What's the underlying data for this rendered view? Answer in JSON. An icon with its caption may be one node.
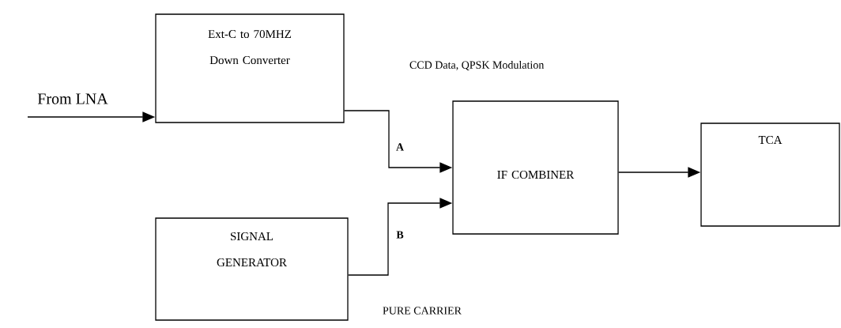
{
  "diagram": {
    "nodes": [
      {
        "text": [
          "Ext-C to 70MHZ Down Converter"
        ]
      },
      {
        "text": [
          "IF COMBINER"
        ]
      },
      {
        "text": [
          "TCA"
        ]
      },
      {
        "text": [
          "SIGNAL GENERATOR"
        ]
      }
    ],
    "edges": [
      {
        "from": null,
        "to": 0,
        "arrow": "to",
        "label": "From LNA"
      },
      {
        "from": 0,
        "to": 1,
        "arrow": "to",
        "label": "A"
      },
      {
        "from": 3,
        "to": 1,
        "arrow": "to",
        "label": "B"
      },
      {
        "from": 1,
        "to": 2,
        "arrow": "to"
      }
    ],
    "labels": [
      "CCD Data, QPSK Modulation",
      "PURE CARRIER"
    ]
  }
}
